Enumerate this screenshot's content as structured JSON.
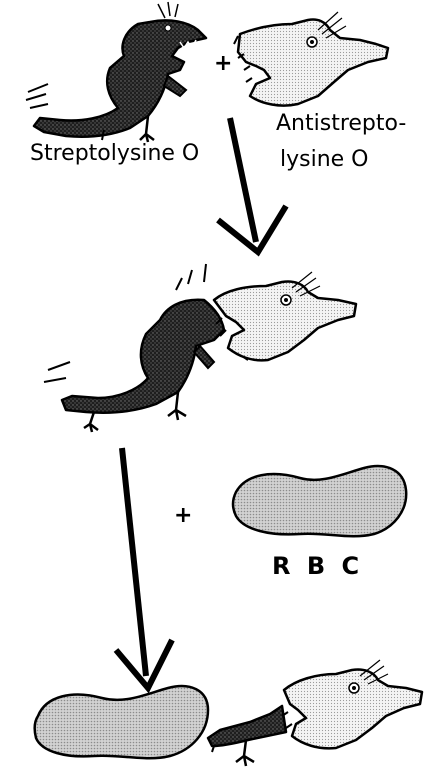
{
  "labels": {
    "toxin": "Streptolysine O",
    "antibody_line1": "Antistrepto-",
    "antibody_line2": "lysine O",
    "rbc": "R B C",
    "plus_top": "+",
    "plus_middle": "+"
  },
  "colors": {
    "ink": "#000000",
    "toxin_body": "#2b2b2b",
    "antibody_fill": "#ececec",
    "cell_fill": "#c8c8c8",
    "background": "#ffffff"
  },
  "icons": {
    "toxin_creature": "lizard-monster",
    "antibody_creature": "crocodile-head",
    "red_blood_cell": "cell-blob",
    "reaction_arrow": "down-arrow"
  }
}
